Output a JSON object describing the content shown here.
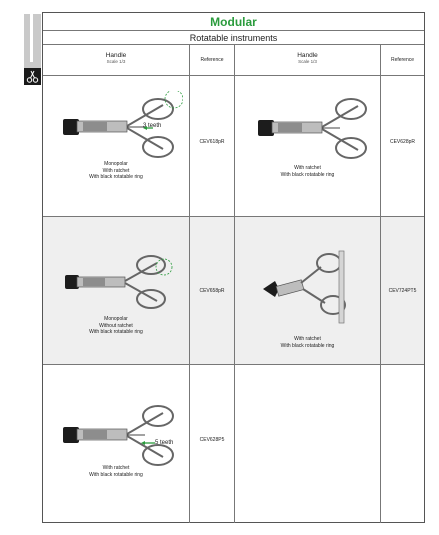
{
  "page": {
    "title": "Modular",
    "subtitle": "Rotatable instruments",
    "accent_color": "#2a9b3c",
    "side_icon": "scissors-icon"
  },
  "header": {
    "handle_label": "Handle",
    "scale_label": "Scale 1/3",
    "reference_label": "Reference"
  },
  "cells": [
    {
      "caption": [
        "Monopolar",
        "With ratchet",
        "With black rotatable ring"
      ],
      "reference": "CEV618pR",
      "teeth_label": "3 teeth",
      "monopolar": true
    },
    {
      "caption": [
        "With ratchet",
        "With black rotatable ring"
      ],
      "reference": "CEV628pR",
      "teeth_label": "",
      "monopolar": false
    },
    {
      "caption": [
        "Monopolar",
        "Without ratchet",
        "With black rotatable ring"
      ],
      "reference": "CEV658pR",
      "teeth_label": "",
      "monopolar": true
    },
    {
      "caption": [
        "With ratchet",
        "With black rotatable ring"
      ],
      "reference": "CEV724PT5",
      "teeth_label": "",
      "monopolar": false
    },
    {
      "caption": [
        "With ratchet",
        "With black rotatable ring"
      ],
      "reference": "CEV628P5",
      "teeth_label": "5 teeth",
      "monopolar": false
    }
  ]
}
